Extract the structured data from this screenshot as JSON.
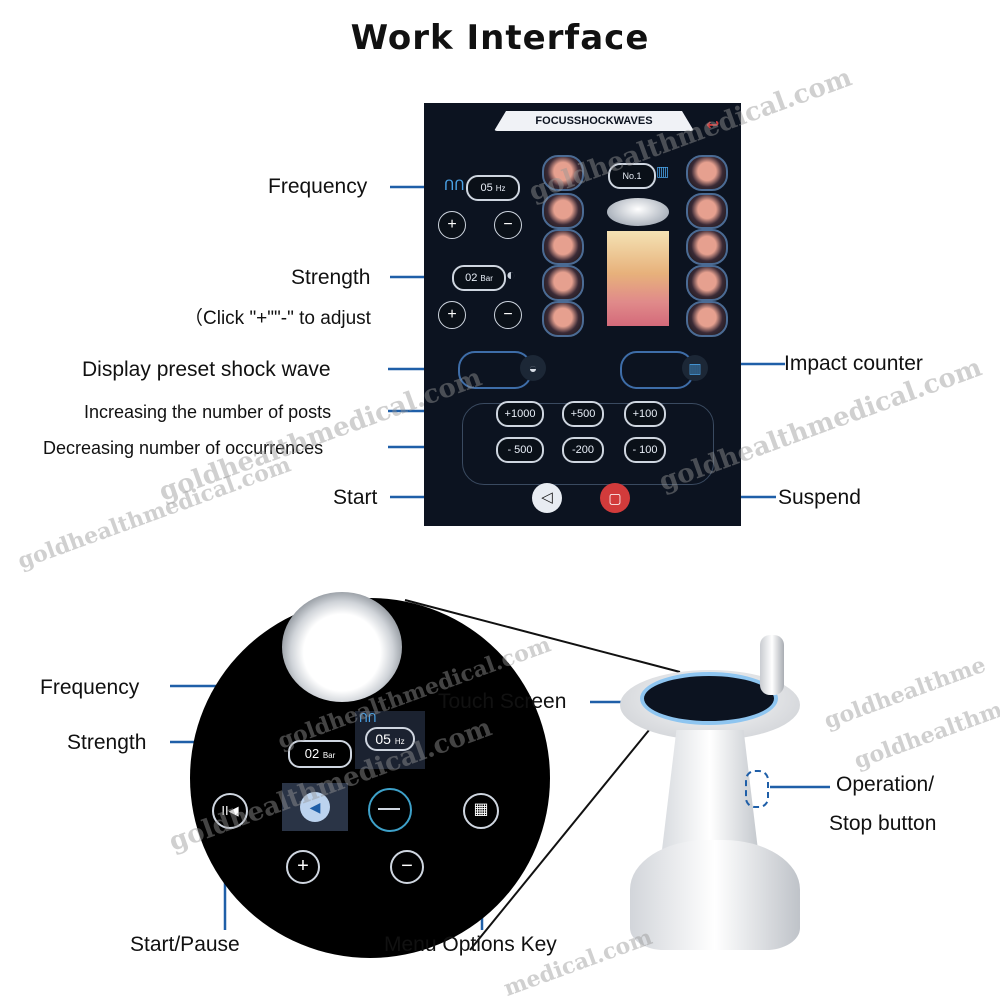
{
  "title": "Work Interface",
  "top_labels": {
    "frequency": "Frequency",
    "strength": "Strength",
    "strength_note": "（Click \"+\"\"-\" to adjust",
    "display_wave": "Display preset shock wave",
    "impact_counter": "Impact counter",
    "increasing": "Increasing the number of posts",
    "decreasing": "Decreasing number of occurrences",
    "start": "Start",
    "suspend": "Suspend"
  },
  "screen": {
    "header": "FOCUSSHOCKWAVES",
    "freq_value": "05",
    "freq_unit": "Hz",
    "strength_value": "02",
    "strength_unit": "Bar",
    "preset": "No.1",
    "plus": "+",
    "minus": "−",
    "increase_buttons": [
      "+1000",
      "+500",
      "+100"
    ],
    "decrease_buttons": [
      "- 500",
      "-200",
      "- 100"
    ]
  },
  "bottom_labels": {
    "frequency": "Frequency",
    "strength": "Strength",
    "touch_screen": "Touch Screen",
    "operation_stop": [
      "Operation/",
      "Stop button"
    ],
    "start_pause": "Start/Pause",
    "menu_key": "Menu Options Key"
  },
  "device": {
    "freq_value": "05",
    "freq_unit": "Hz",
    "strength_value": "02",
    "strength_unit": "Bar",
    "plus": "+",
    "minus": "−"
  },
  "watermarks": [
    "goldhealthmedical.com",
    "goldhealthmedical.com",
    "goldhealthmedical.com",
    "goldhealthmedical.com",
    "goldhealthme",
    "goldhealthmedical.com",
    "goldhealthmedical.com",
    "goldhealthme",
    "medical.com"
  ],
  "colors": {
    "accent": "#1f5fa8",
    "screen_bg": "#0c1320",
    "stop_red": "#d23b3b"
  }
}
